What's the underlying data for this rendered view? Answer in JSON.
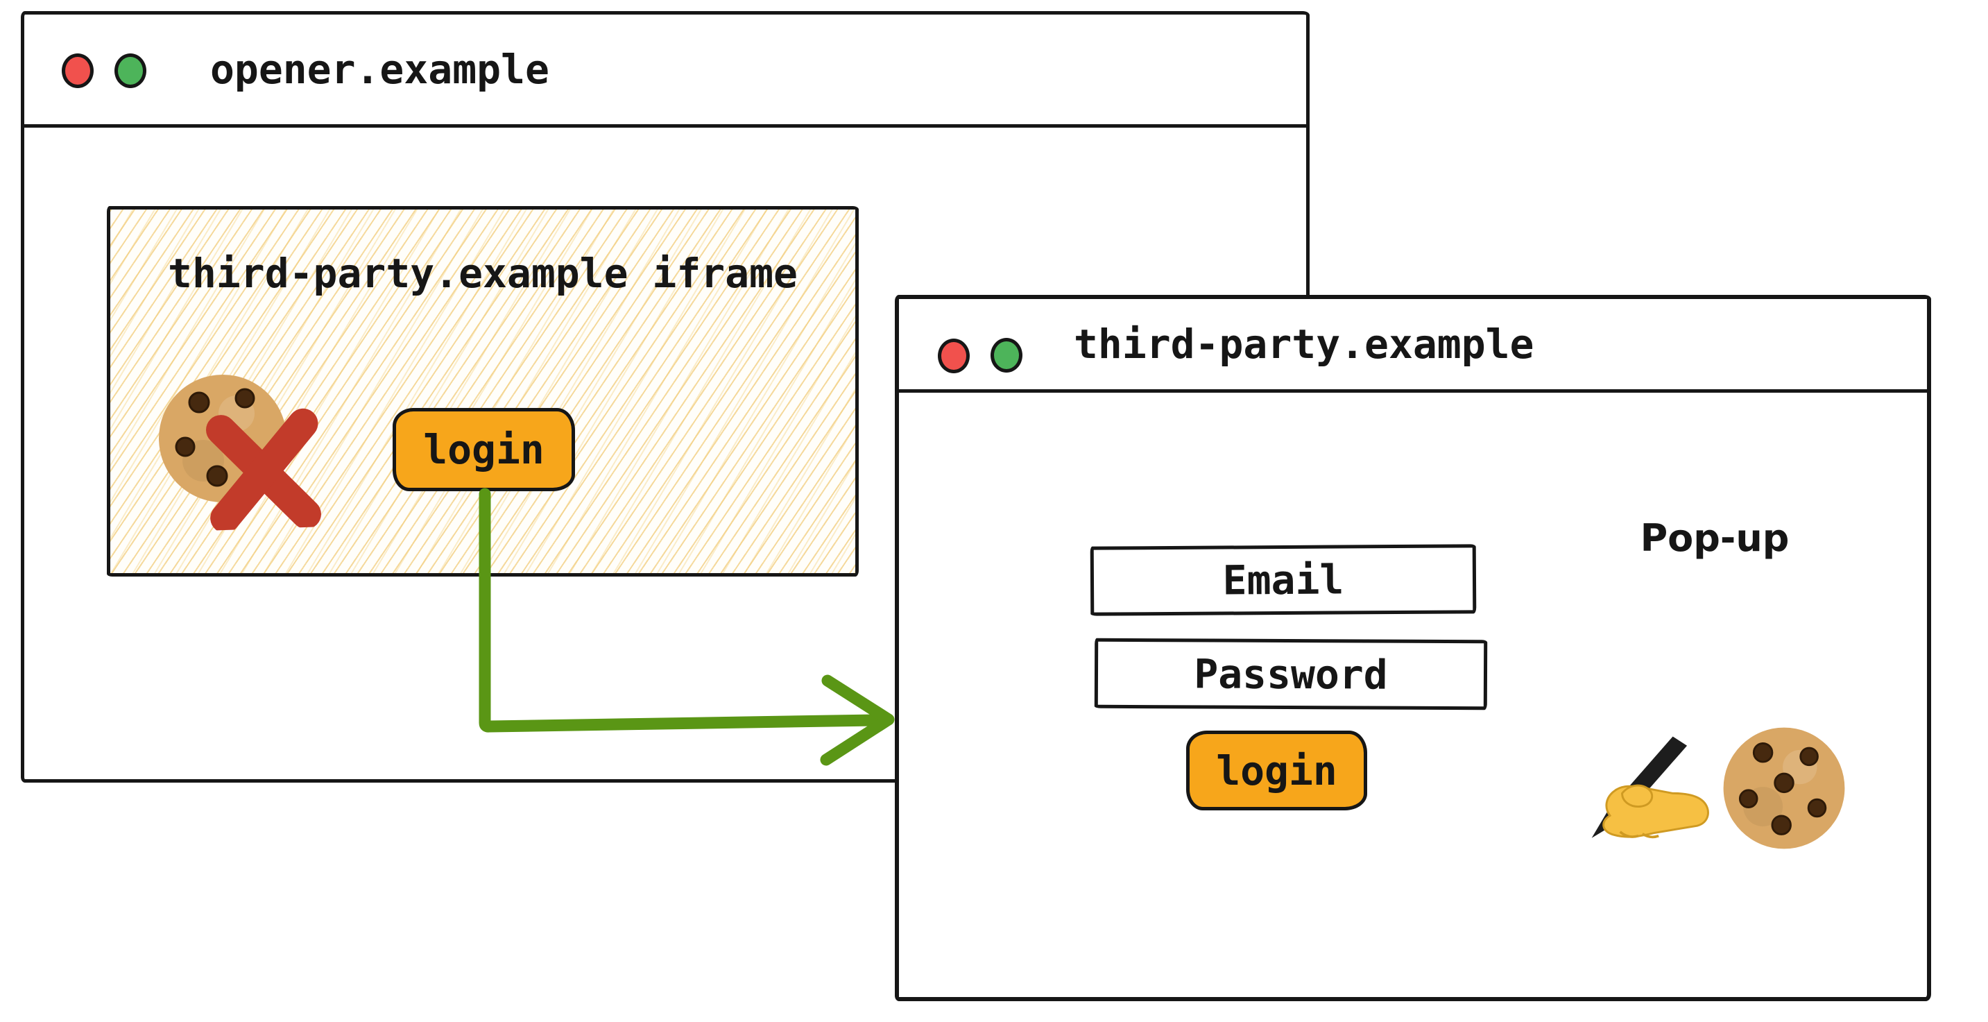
{
  "opener_window": {
    "title": "opener.example",
    "traffic_lights": [
      {
        "name": "red"
      },
      {
        "name": "green"
      }
    ],
    "iframe": {
      "label": "third-party.example iframe",
      "cookie_icon": "cookie-emoji",
      "blocked_icon": "red-x",
      "login_button": "login"
    }
  },
  "popup_window": {
    "title": "third-party.example",
    "annotation": "Pop-up",
    "traffic_lights": [
      {
        "name": "red"
      },
      {
        "name": "green"
      }
    ],
    "email_field": "Email",
    "password_field": "Password",
    "login_button": "login",
    "icons": [
      "writing-hand-emoji",
      "cookie-emoji"
    ]
  },
  "arrow": {
    "type": "green-arrow",
    "from": "iframe-login-button",
    "to": "popup-window"
  },
  "colors": {
    "accent_orange": "#f7a61b",
    "arrow_green": "#5a9615",
    "cross_red": "#c23b2a",
    "traffic_red": "#f1514d",
    "traffic_green": "#4db45a",
    "hatch_cream": "#f2cd7d",
    "ink": "#161616"
  }
}
